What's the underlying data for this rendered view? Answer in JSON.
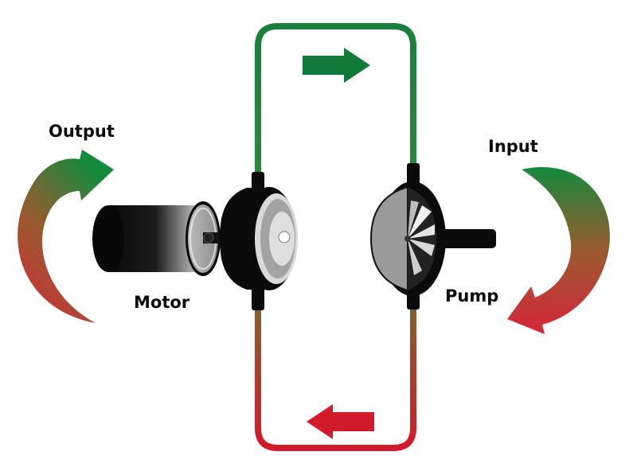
{
  "labels": {
    "output": "Output",
    "input": "Input",
    "motor": "Motor",
    "pump": "Pump"
  },
  "colors": {
    "green": "#0f7a3a",
    "red": "#d11a2a",
    "body_dark": "#0a0a0a",
    "face_grey": "#9a9a9a"
  },
  "icons": {
    "loop": "hydraulic-circuit-loop",
    "top_arrow": "flow-right-arrow",
    "bottom_arrow": "flow-left-arrow",
    "output_arrow": "curved-output-arrow",
    "input_arrow": "curved-input-arrow",
    "motor": "motor-icon",
    "pump": "pump-icon"
  }
}
